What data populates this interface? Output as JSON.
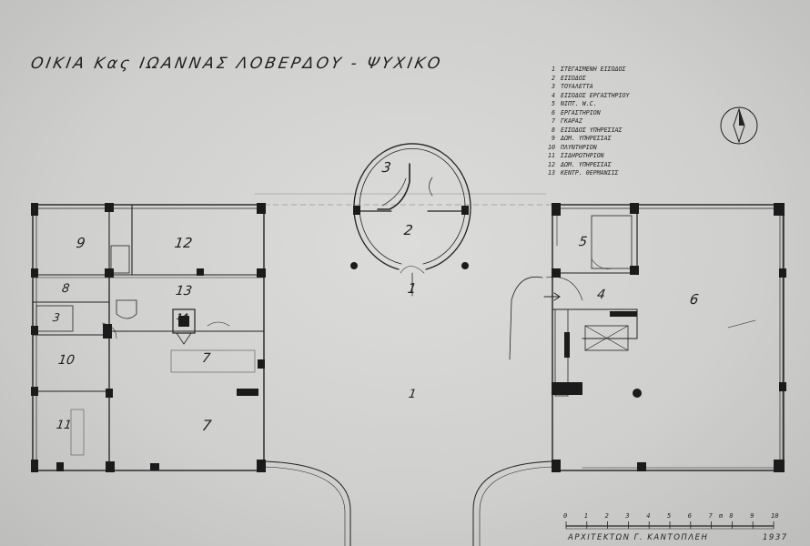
{
  "title": "ΟΙΚΙΑ   Κας   ΙΩΑΝΝΑΣ   ΛΟΒΕΡΔΟΥ  -  ΨΥΧΙΚΟ",
  "legend": [
    {
      "num": "1",
      "text": "ΣΤΕΓΑΣΜΕΝΗ ΕΙΣΟΔΟΣ"
    },
    {
      "num": "2",
      "text": "ΕΙΣΟΔΟΣ"
    },
    {
      "num": "3",
      "text": "ΤΟΥΑΛΕΤΤΑ"
    },
    {
      "num": "4",
      "text": "ΕΙΣΟΔΟΣ ΕΡΓΑΣΤΗΡΙΟΥ"
    },
    {
      "num": "5",
      "text": "ΝΙΠΤ. W.C."
    },
    {
      "num": "6",
      "text": "ΕΡΓΑΣΤΗΡΙΟΝ"
    },
    {
      "num": "7",
      "text": "ΓΚΑΡΑΖ"
    },
    {
      "num": "8",
      "text": "ΕΙΣΟΔΟΣ ΥΠΗΡΕΣΙΑΣ"
    },
    {
      "num": "9",
      "text": "ΔΩΜ. ΥΠΗΡΕΣΙΑΣ"
    },
    {
      "num": "10",
      "text": "ΠΛΥΝΤΗΡΙΟΝ"
    },
    {
      "num": "11",
      "text": "ΣΙΔΗΡΩΤΗΡΙΟΝ"
    },
    {
      "num": "12",
      "text": "ΔΩΜ. ΥΠΗΡΕΣΙΑΣ"
    },
    {
      "num": "13",
      "text": "ΚΕΝΤΡ. ΘΕΡΜΑΝΣΙΣ"
    }
  ],
  "rooms": {
    "r9": "9",
    "r12": "12",
    "r8": "8",
    "r13": "13",
    "r3a": "3",
    "r14": "14",
    "r10": "10",
    "r7a": "7",
    "r7b": "7",
    "r11": "11",
    "r3b": "3",
    "r2": "2",
    "r1a": "1",
    "r1b": "1",
    "r5": "5",
    "r4": "4",
    "r6": "6"
  },
  "scale": {
    "ticks": [
      "0",
      "1",
      "2",
      "3",
      "4",
      "5",
      "6",
      "7",
      "8",
      "9",
      "10"
    ],
    "unit": "m"
  },
  "footer": {
    "architect": "ΑΡΧΙΤΕΚΤΩΝ   Γ.  ΚΑΝΤΟΠΛΕΗ",
    "year": "1937"
  },
  "colors": {
    "ink": "#1a1a1a",
    "paper": "#d6d6d4"
  },
  "icons": [
    "north-arrow-icon"
  ]
}
